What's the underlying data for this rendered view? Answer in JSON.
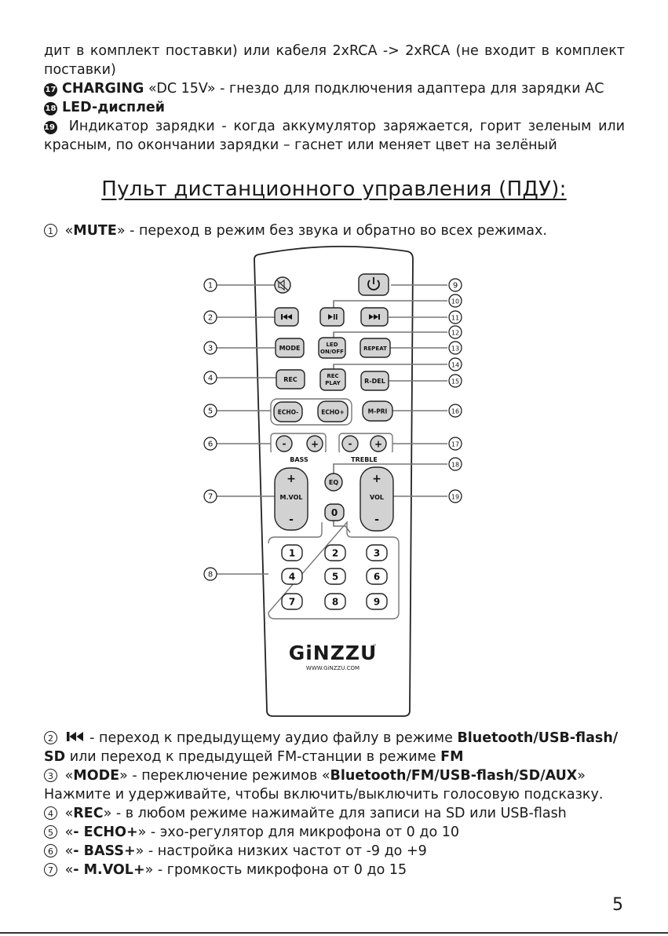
{
  "top_paragraphs": {
    "p1_line1": "дит в комплект поставки) или кабеля  2xRCA -> 2xRCA  (не входит в комплект",
    "p1_line2": "поставки)",
    "item17": {
      "num": "17",
      "key": "CHARGING",
      "text": " «DC 15V» - гнездо для подключения адаптера для зарядки АС"
    },
    "item18": {
      "num": "18",
      "key": "LED-дисплей"
    },
    "item19": {
      "num": "19",
      "text": " Индикатор зарядки - когда аккумулятор заряжается, горит зеленым  или красным, по окончании зарядки – гаснет или меняет цвет  на зелёный"
    }
  },
  "section_title": "Пульт дистанционного управления (ПДУ):",
  "intro": {
    "num": "1",
    "open": " «",
    "key": "MUTE",
    "close": "» - переход в режим без звука и обратно во всех режимах."
  },
  "remote": {
    "callouts_left": [
      "1",
      "2",
      "3",
      "4",
      "5",
      "6",
      "7",
      "8"
    ],
    "callouts_right": [
      "9",
      "10",
      "11",
      "12",
      "13",
      "14",
      "15",
      "16",
      "17",
      "18",
      "19"
    ],
    "buttons": {
      "mode": "MODE",
      "led_line1": "LED",
      "led_line2": "ON/OFF",
      "repeat": "REPEAT",
      "rec": "REC",
      "recplay_line1": "REC",
      "recplay_line2": "PLAY",
      "rdel": "R-DEL",
      "echo_minus": "ECHO-",
      "echo_plus": "ECHO+",
      "mpri": "M-PRI",
      "minus": "-",
      "plus": "+",
      "bass": "BASS",
      "treble": "TREBLE",
      "eq": "EQ",
      "mvol": "M.VOL",
      "vol": "VOL",
      "digits": [
        "0",
        "1",
        "2",
        "3",
        "4",
        "5",
        "6",
        "7",
        "8",
        "9"
      ]
    },
    "brand": "GiNZZU",
    "brand_tm": "™",
    "website": "WWW.GiNZZU.COM"
  },
  "descriptions": {
    "d2": {
      "num": "2",
      "text1": " - переход к предыдущему аудио файлу в режиме ",
      "bold1": "Bluetooth/USB-flash/",
      "bold2": "SD",
      "text2": " или переход к предыдущей FM-станции в режиме ",
      "bold3": "FM"
    },
    "d3": {
      "num": "3",
      "open": " «",
      "key": "MODE",
      "text": "» - переключение режимов  «",
      "modes": "Bluetooth/FM/USB-flash/SD/AUX",
      "close": "»"
    },
    "d3_note": "Нажмите и удерживайте, чтобы включить/выключить голосовую подсказку.",
    "d4": {
      "num": "4",
      "open": "  «",
      "key": "REC",
      "text": "» - в любом режиме нажимайте для записи на  SD или USB-flash"
    },
    "d5": {
      "num": "5",
      "open": "  «",
      "key": "- ECHO+",
      "text": "»  - эхо-регулятор для микрофона    от 0 до 10"
    },
    "d6": {
      "num": "6",
      "open": "  «",
      "key": "- BASS+",
      "text": "»  - настройка низких частот от  -9 до +9"
    },
    "d7": {
      "num": "7",
      "open": "  «",
      "key": "- M.VOL+",
      "text": "» - громкость микрофона   от 0 до 15"
    }
  },
  "page_number": "5"
}
